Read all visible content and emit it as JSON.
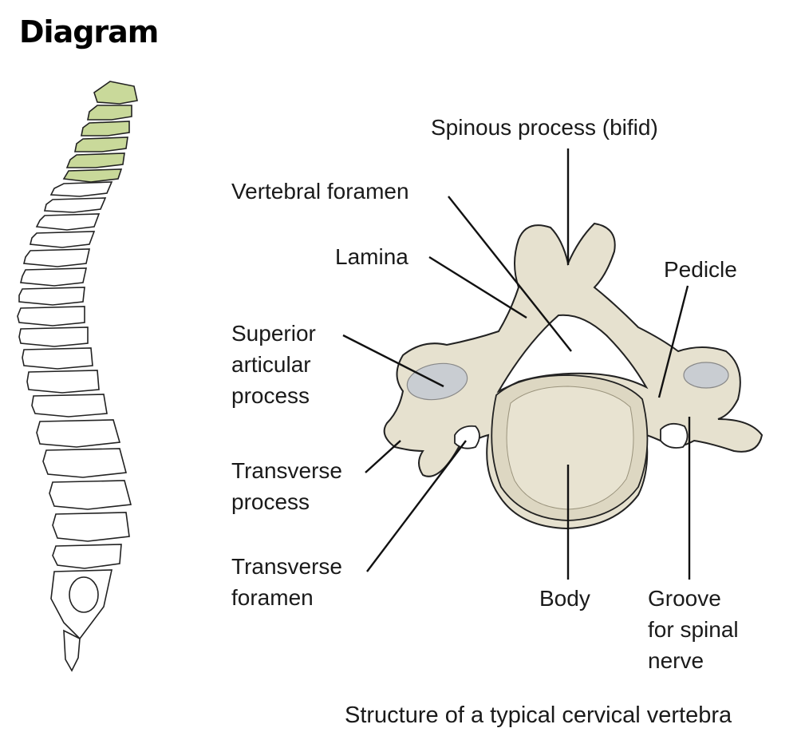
{
  "header": {
    "tag": "Diagram"
  },
  "labels": {
    "spinous_process": "Spinous process (bifid)",
    "vertebral_foramen": "Vertebral foramen",
    "lamina": "Lamina",
    "pedicle": "Pedicle",
    "superior_articular": [
      "Superior",
      "articular",
      "process"
    ],
    "transverse_process": [
      "Transverse",
      "process"
    ],
    "transverse_foramen": [
      "Transverse",
      "foramen"
    ],
    "body": "Body",
    "groove": [
      "Groove",
      "for spinal",
      "nerve"
    ]
  },
  "caption": "Structure of a typical cervical vertebra",
  "colors": {
    "bone": "#e6e1cf",
    "bone_shadow": "#cfc8b0",
    "cervical_highlight": "#c9d99a",
    "articular_facet": "#c9cdd2",
    "outline": "#222222"
  }
}
